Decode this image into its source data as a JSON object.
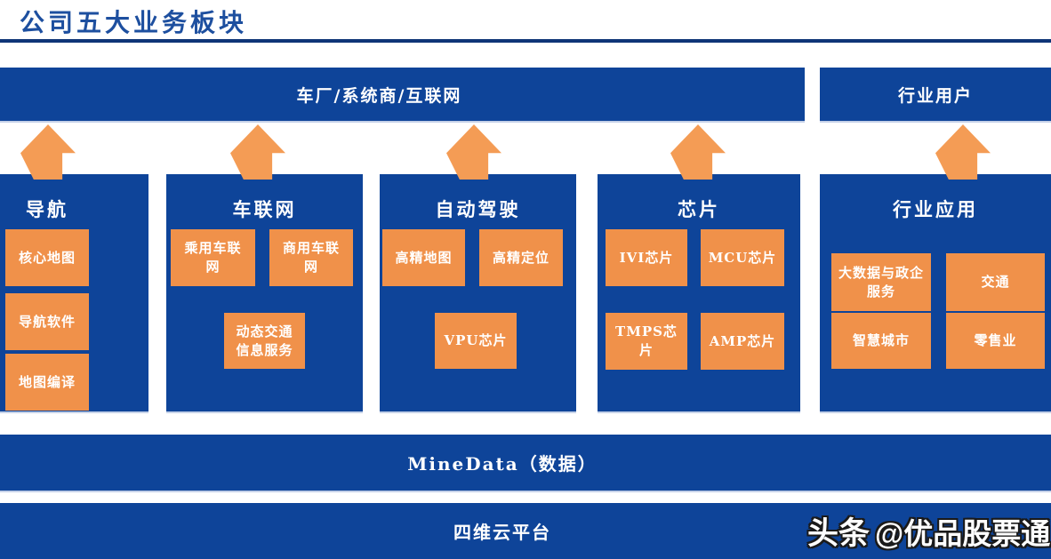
{
  "page": {
    "title": "公司五大业务板块",
    "watermark": {
      "brand": "头条",
      "handle": "@优品股票通"
    }
  },
  "top_bars": [
    {
      "id": "oem-channel",
      "label": "车厂/系统商/互联网"
    },
    {
      "id": "industry-users",
      "label": "行业用户"
    }
  ],
  "columns": [
    {
      "id": "navigation",
      "title": "导航",
      "items": [
        "核心地图",
        "导航软件",
        "地图编译"
      ]
    },
    {
      "id": "connected-car",
      "title": "车联网",
      "items": [
        "乘用车联网",
        "商用车联网",
        "动态交通信息服务"
      ]
    },
    {
      "id": "autonomous-driving",
      "title": "自动驾驶",
      "items": [
        "高精地图",
        "高精定位",
        "VPU芯片"
      ]
    },
    {
      "id": "chips",
      "title": "芯片",
      "items": [
        "IVI芯片",
        "MCU芯片",
        "TMPS芯片",
        "AMP芯片"
      ]
    },
    {
      "id": "industry-applications",
      "title": "行业应用",
      "items": [
        "大数据与政企服务",
        "交通",
        "智慧城市",
        "零售业"
      ]
    }
  ],
  "platform_bars": [
    {
      "id": "minedata",
      "label": "MineData（数据）"
    },
    {
      "id": "cloud-platform",
      "label": "四维云平台"
    }
  ],
  "colors": {
    "block_blue": "#0e4499",
    "title_blue": "#1d4f9f",
    "rule_navy": "#0f3577",
    "box_orange": "#f0914a",
    "arrow_orange": "#f49c55",
    "text_white": "#ffffff"
  }
}
